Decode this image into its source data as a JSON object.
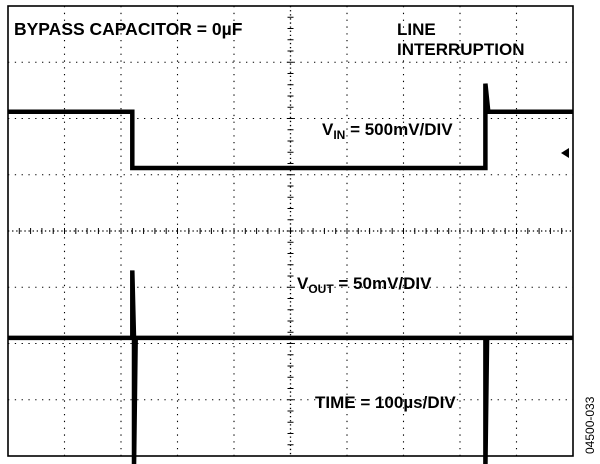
{
  "figure_id": "04500-033",
  "chart_data": {
    "type": "line",
    "title": "",
    "xlabel": "",
    "ylabel": "",
    "grid": true,
    "x_divisions": 10,
    "y_divisions": 8,
    "annotations": {
      "bypass": "BYPASS CAPACITOR = 0µF",
      "line_1": "LINE",
      "line_2": "INTERRUPTION",
      "vin_prefix": "V",
      "vin_sub": "IN",
      "vin_suffix": " = 500mV/DIV",
      "vout_prefix": "V",
      "vout_sub": "OUT",
      "vout_suffix": " = 50mV/DIV",
      "time": "TIME = 100µs/DIV"
    },
    "series": [
      {
        "values": [
          {
            "t_div": 0.0,
            "v_div": 6.12
          },
          {
            "t_div": 2.2,
            "v_div": 6.12
          },
          {
            "t_div": 2.2,
            "v_div": 5.12
          },
          {
            "t_div": 8.45,
            "v_div": 5.12
          },
          {
            "t_div": 8.45,
            "v_div": 6.62
          },
          {
            "t_div": 8.5,
            "v_div": 6.12
          },
          {
            "t_div": 10.0,
            "v_div": 6.12
          }
        ]
      },
      {
        "values": [
          {
            "t_div": 0.0,
            "v_div": 2.1
          },
          {
            "t_div": 2.2,
            "v_div": 2.1
          },
          {
            "t_div": 2.2,
            "v_div": 3.3
          },
          {
            "t_div": 2.23,
            "v_div": 2.1
          },
          {
            "t_div": 2.23,
            "v_div": -0.2
          },
          {
            "t_div": 2.26,
            "v_div": 2.1
          },
          {
            "t_div": 8.45,
            "v_div": 2.1
          },
          {
            "t_div": 8.45,
            "v_div": -0.2
          },
          {
            "t_div": 8.48,
            "v_div": 2.1
          },
          {
            "t_div": 10.0,
            "v_div": 2.1
          }
        ]
      }
    ]
  }
}
